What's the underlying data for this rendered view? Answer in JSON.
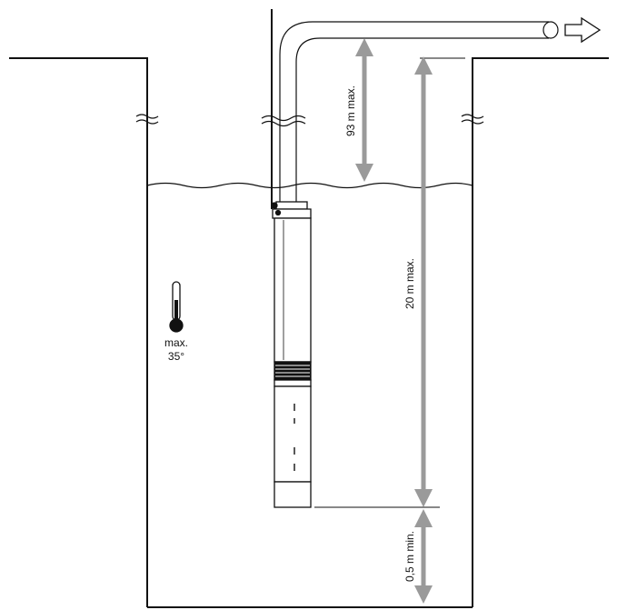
{
  "labels": {
    "max_depth_above_water": "93 m max.",
    "max_submersion_depth": "20 m max.",
    "min_clearance_bottom": "0,5 m min.",
    "temperature_max": "max.",
    "temperature_value": "35°"
  },
  "colors": {
    "line": "#111111",
    "dimension_arrow": "#9a9a9a",
    "pump_body": "#ffffff",
    "background": "#ffffff"
  },
  "icons": {
    "thermometer": "thermometer-icon",
    "outflow_arrow": "arrow-right-icon",
    "break_marks": "wavy-break-icon"
  }
}
